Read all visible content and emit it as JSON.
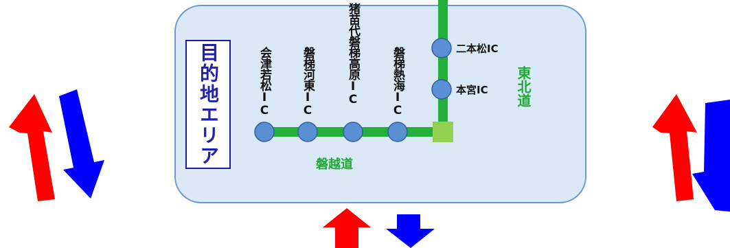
{
  "destination_area": {
    "title": "目的地エリア"
  },
  "interchanges": [
    {
      "name": "会津若松IC"
    },
    {
      "name": "磐梯河東IC"
    },
    {
      "name": "猪苗代磐梯高原IC"
    },
    {
      "name": "磐梯熱海IC"
    },
    {
      "name": "二本松IC"
    },
    {
      "name": "本宮IC"
    }
  ],
  "roads": {
    "banetsu": "磐越道",
    "tohoku": "東北道"
  },
  "colors": {
    "area_fill": "#dbe8f5",
    "area_border": "#6a9bd0",
    "road_green": "#22b03a",
    "node_blue": "#5b8fd4",
    "junction": "#92d050",
    "arrow_up": "#ff0000",
    "arrow_down": "#0000ff"
  }
}
